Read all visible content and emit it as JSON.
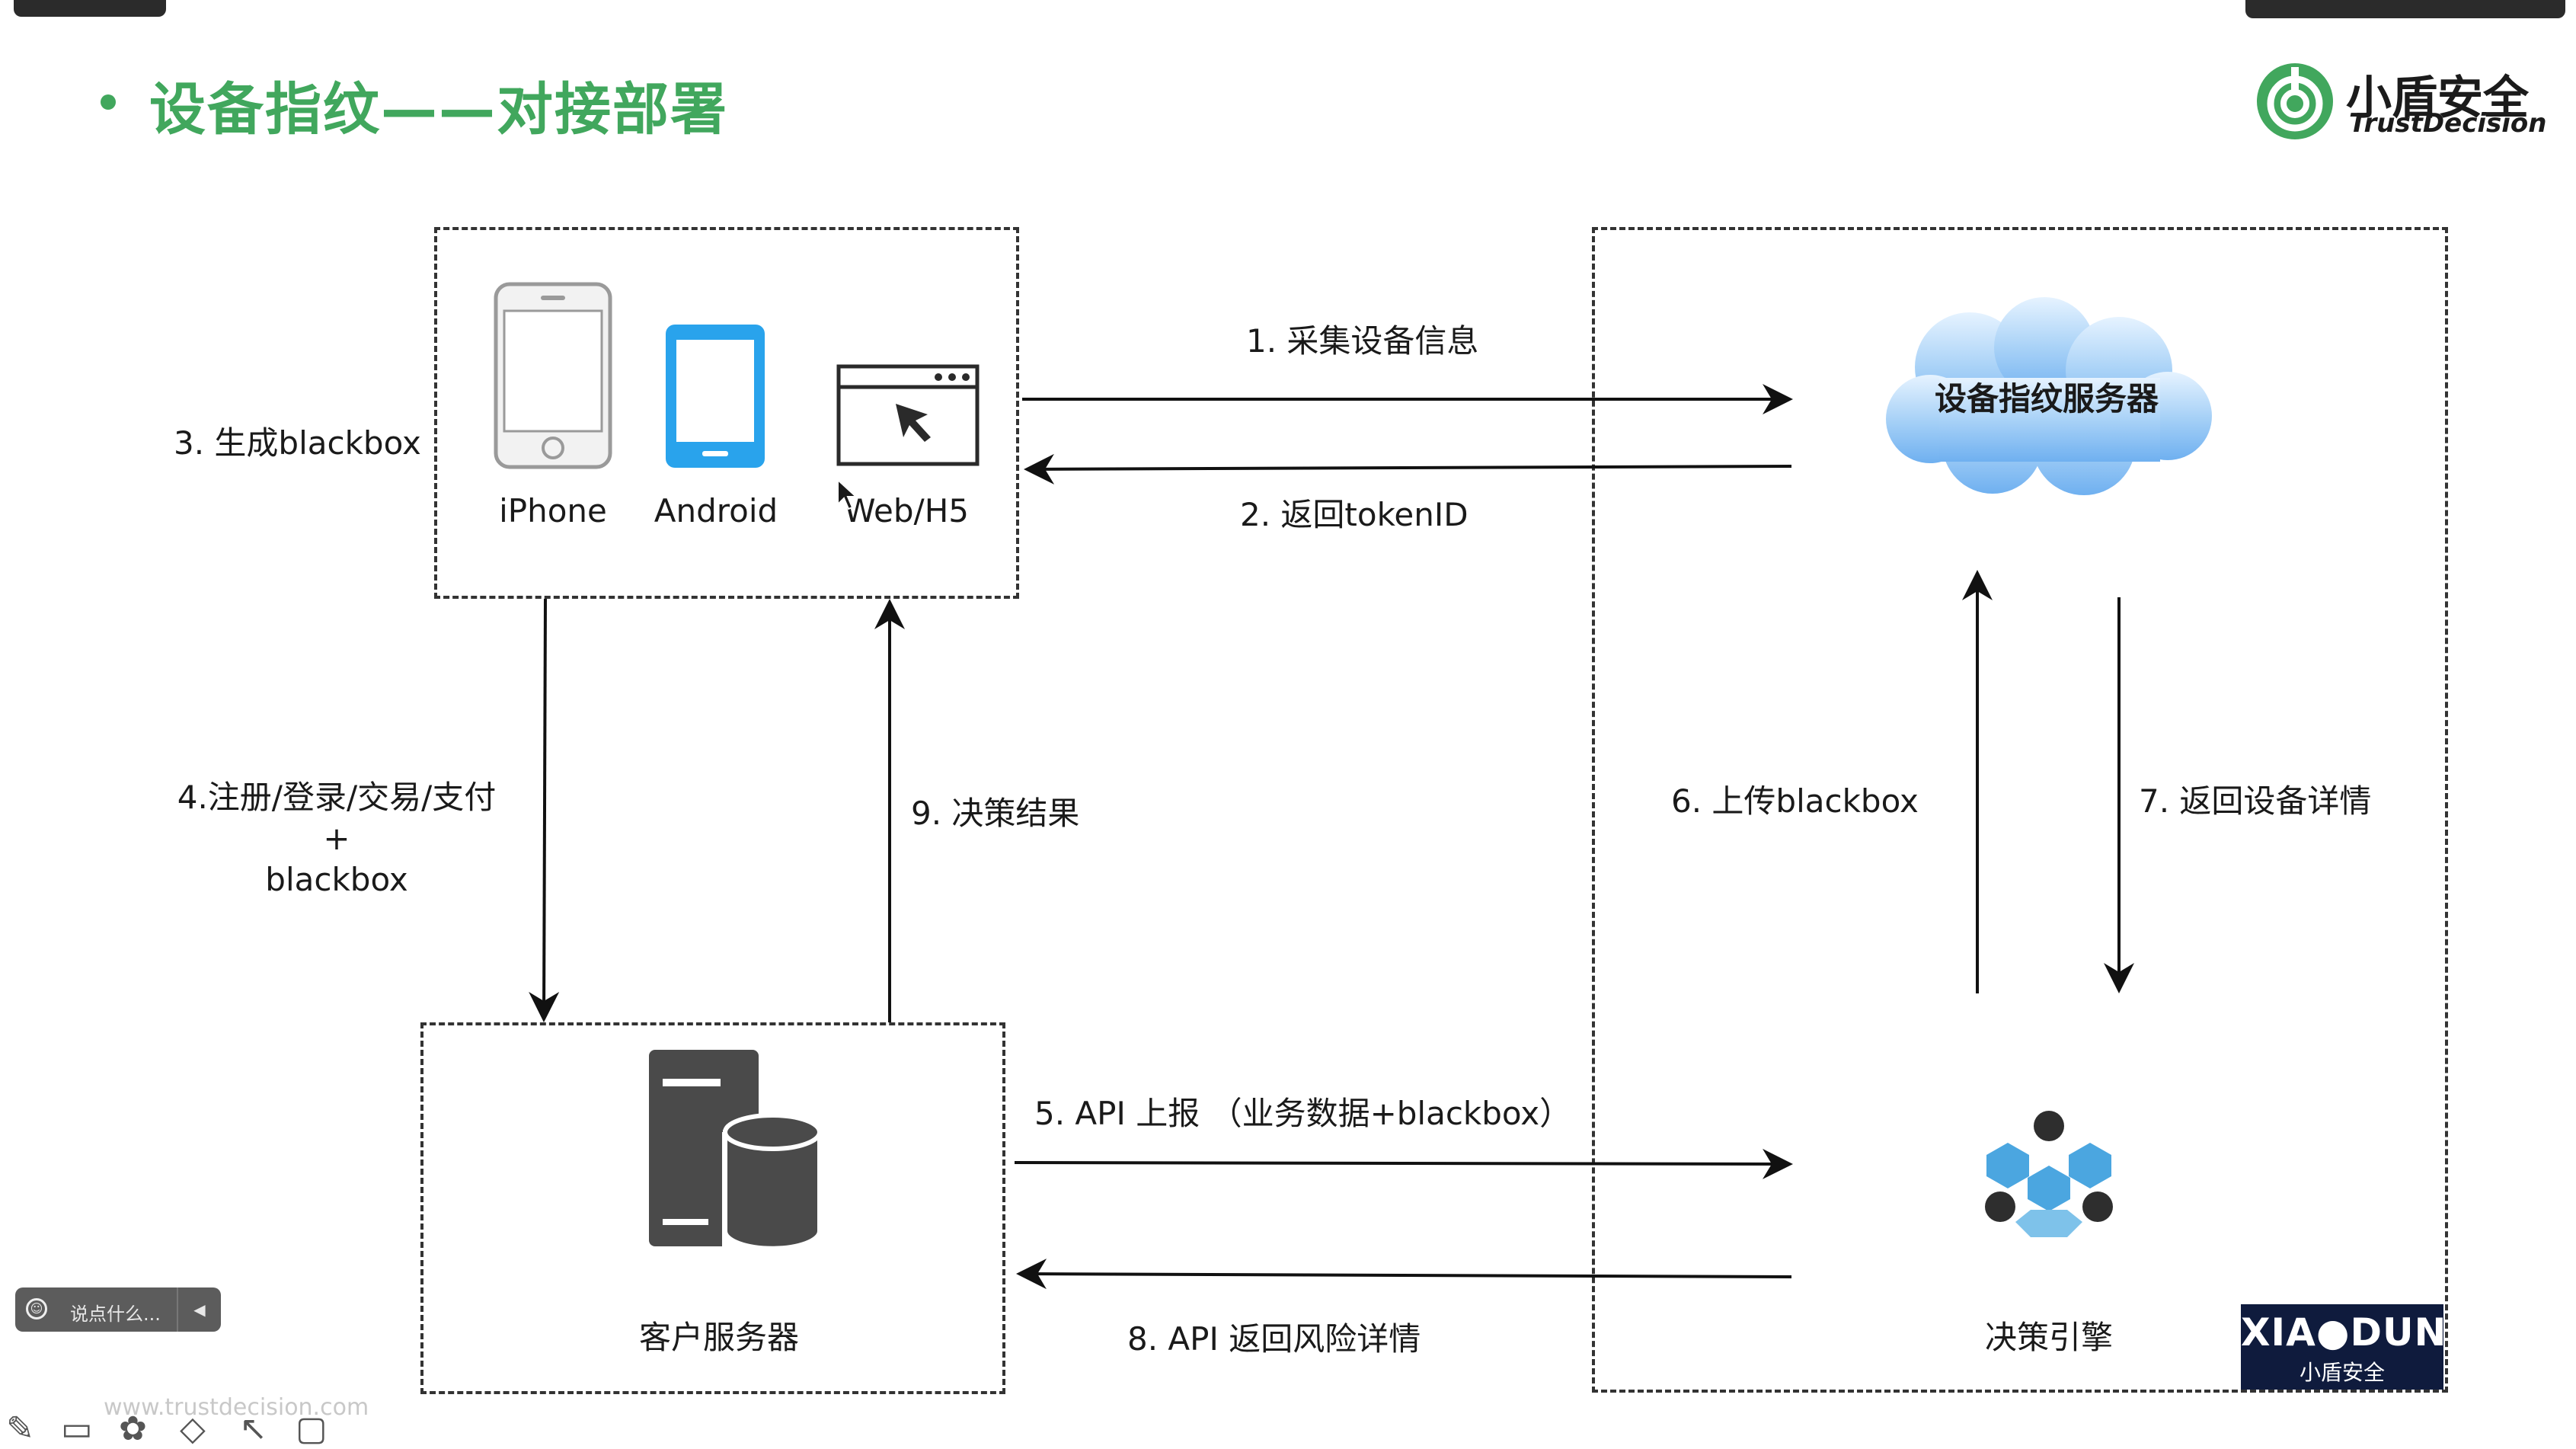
{
  "title": "设备指纹——对接部署",
  "logo": {
    "cn": "小盾安全",
    "en": "TrustDecision"
  },
  "devices": {
    "iphone": "iPhone",
    "android": "Android",
    "web": "Web/H5"
  },
  "nodes": {
    "fingerprint_server": "设备指纹服务器",
    "customer_server": "客户服务器",
    "decision_engine": "决策引擎"
  },
  "steps": {
    "s1": "1. 采集设备信息",
    "s2": "2. 返回tokenID",
    "s3": "3. 生成blackbox",
    "s4_line1": "4.注册/登录/交易/支付",
    "s4_line2": "+",
    "s4_line3": "blackbox",
    "s5": "5.  API 上报 （业务数据+blackbox）",
    "s6": "6. 上传blackbox",
    "s7": "7. 返回设备详情",
    "s8": "8. API 返回风险详情",
    "s9": "9. 决策结果"
  },
  "badge": {
    "en": "XIA●DUN",
    "cn": "小盾安全"
  },
  "chat": {
    "placeholder": "说点什么..."
  },
  "watermark": "www.trustdecision.com",
  "colors": {
    "accent": "#41a75d",
    "cloud": "#8fc4f5",
    "android": "#29a3ec",
    "engine": "#4ba6e0"
  },
  "icons": [
    "pencil-icon",
    "window-icon",
    "palette-icon",
    "eraser-icon",
    "pointer-icon",
    "screen-share-icon"
  ]
}
